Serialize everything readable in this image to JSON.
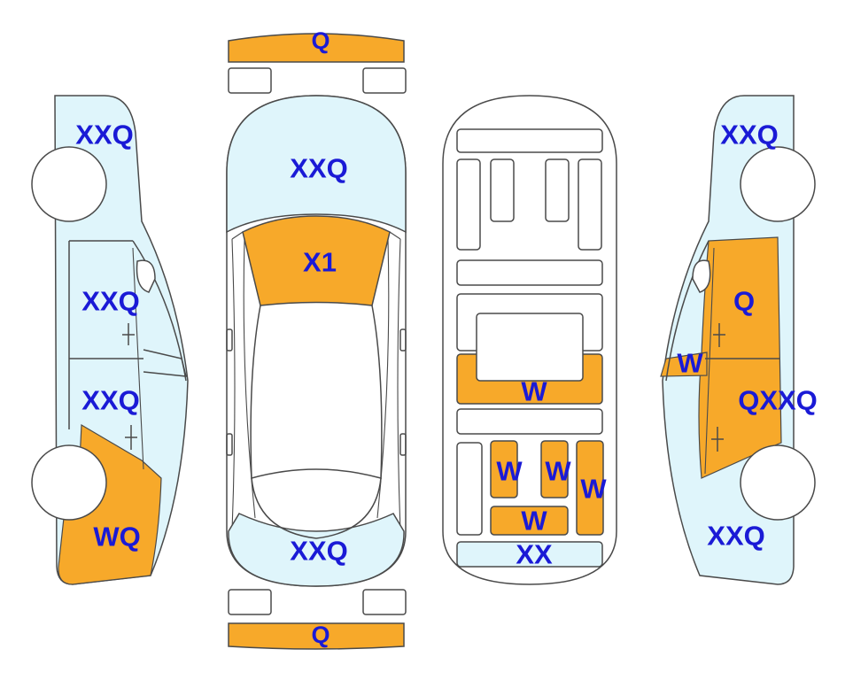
{
  "colors": {
    "damaged": "#f7a92a",
    "surface": "#dff5fb",
    "outline": "#4a4a4a",
    "label": "#1a1ad6"
  },
  "left_view": {
    "roof_rear": "XXQ",
    "rear_door": "XXQ",
    "front_door": "XXQ",
    "front_fender": "WQ"
  },
  "top_view": {
    "rear_bumper": "Q",
    "rear_glass": "XXQ",
    "roof": "X1",
    "hood": "XXQ",
    "front_bumper": "Q"
  },
  "interior_view": {
    "center_panel": "W",
    "seat_left": "W",
    "seat_center": "W",
    "seat_right": "W",
    "seat_bottom": "W",
    "footwell": "XX"
  },
  "right_view": {
    "roof_rear": "XXQ",
    "rear_door": "Q",
    "mirror": "W",
    "front_door": "QXXQ",
    "front_fender": "XXQ"
  }
}
